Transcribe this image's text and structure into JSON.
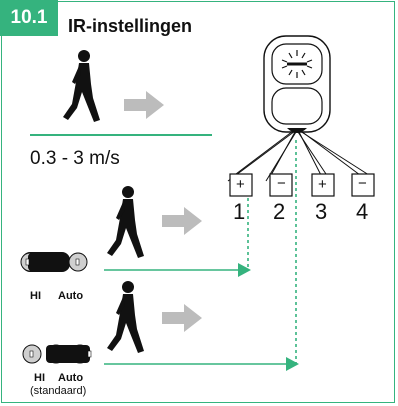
{
  "section_number": "10.1",
  "title": "IR-instellingen",
  "speed_range": "0.3 - 3 m/s",
  "terminals": [
    "1",
    "2",
    "3",
    "4"
  ],
  "terminal_signs": [
    "+",
    "−",
    "+",
    "−"
  ],
  "jumper_1": {
    "hi_label": "HI",
    "auto_label": "Auto"
  },
  "jumper_2": {
    "hi_label": "HI",
    "auto_label": "Auto",
    "note": "(standaard)"
  },
  "colors": {
    "accent": "#35b37e",
    "arrow_gray": "#bcbcbc"
  }
}
